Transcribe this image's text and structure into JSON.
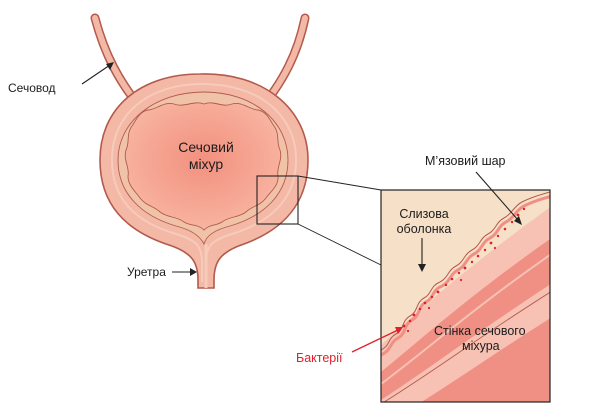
{
  "labels": {
    "ureter": "Сечовод",
    "bladder_line1": "Сечовий",
    "bladder_line2": "міхур",
    "urethra": "Уретра",
    "muscle_layer": "М’язовий шар",
    "mucosa_line1": "Слизова",
    "mucosa_line2": "оболонка",
    "bladder_wall_line1": "Стінка сечового",
    "bladder_wall_line2": "міхура",
    "bacteria": "Бактерії"
  },
  "colors": {
    "outer_wall": "#f4b8a6",
    "wall_outline": "#b35a4c",
    "mucosa": "#f0c3a8",
    "lumen": "#f6ab98",
    "lumen_center": "#f39484",
    "muscle": "#f08f83",
    "muscle_light": "#f7c2b4",
    "bacteria": "#e0202a",
    "text": "#1c1c1c"
  }
}
